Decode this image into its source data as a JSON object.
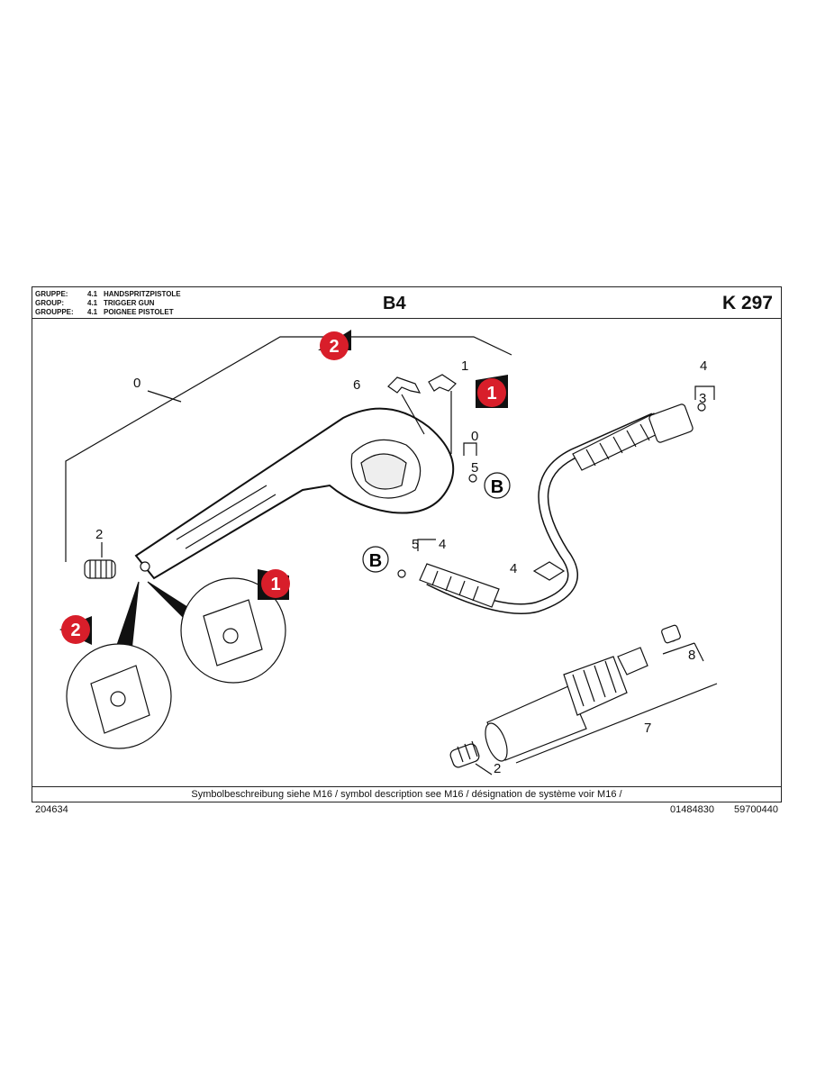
{
  "header": {
    "groups": [
      {
        "label": "GRUPPE:",
        "num": "4.1",
        "name": "HANDSPRITZPISTOLE"
      },
      {
        "label": "GROUP:",
        "num": "4.1",
        "name": "TRIGGER GUN"
      },
      {
        "label": "GROUPPE:",
        "num": "4.1",
        "name": "POIGNEE PISTOLET"
      }
    ],
    "page_code": "B4",
    "model": "K 297"
  },
  "callouts": {
    "c0": "0",
    "c1": "1",
    "c2a": "2",
    "c2b": "2",
    "c3": "3",
    "c4a": "4",
    "c4b": "4",
    "c4c": "4",
    "c5a": "5",
    "c5b": "5",
    "c6": "6",
    "c7": "7",
    "c8": "8",
    "c0b": "0"
  },
  "markers": {
    "m1a": "1",
    "m1b": "1",
    "m2a": "2",
    "m2b": "2",
    "b1": "B",
    "b2": "B"
  },
  "colors": {
    "marker_red": "#d81e2a",
    "ink": "#111111"
  },
  "footer": {
    "symbol_note": "Symbolbeschreibung siehe M16 / symbol description see M16 / désignation de système voir M16 /",
    "doc_number": "204634",
    "part_a": "01484830",
    "part_b": "59700440"
  }
}
